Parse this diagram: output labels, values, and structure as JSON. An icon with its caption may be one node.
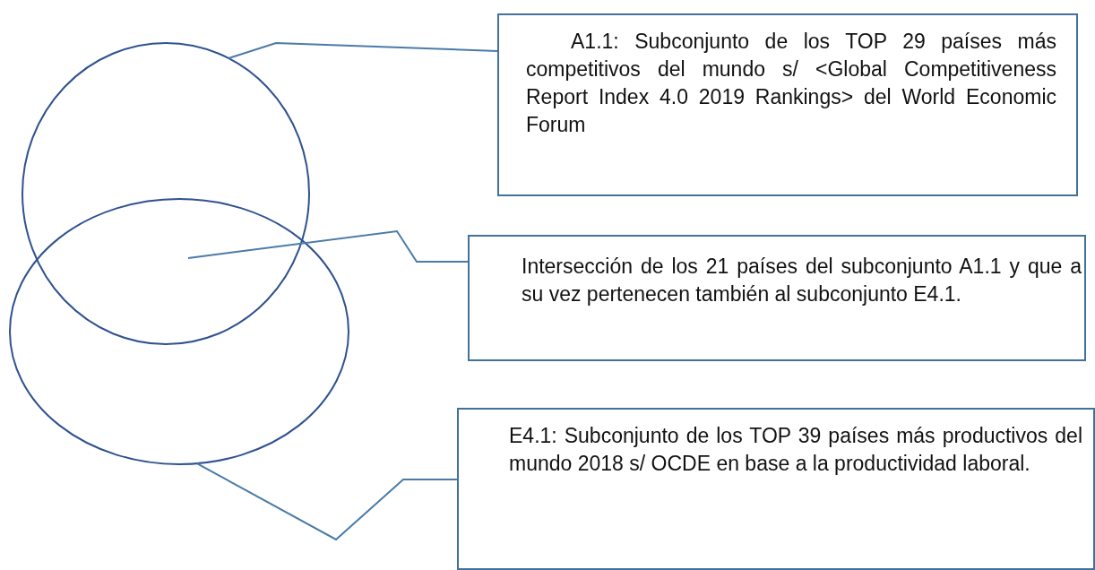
{
  "diagram": {
    "nodes": [
      {
        "text": [
          "A1.1: Subconjunto de los TOP 29 países más competitivos del mundo s/ <Global Competitiveness Report Index 4.0 2019 Rankings> del World Economic Forum"
        ]
      },
      {
        "text": [
          "Intersección de los 21 países del subconjunto A1.1 y que a su vez pertenecen también al subconjunto E4.1."
        ]
      },
      {
        "text": [
          "E4.1: Subconjunto de los TOP 39 países más productivos del mundo 2018 s/ OCDE en base a la productividad laboral."
        ]
      },
      {
        "text": [],
        "shape": "circle"
      },
      {
        "text": [],
        "shape": "circle"
      }
    ],
    "edges": [
      {
        "from": 0,
        "to": 3,
        "arrow": "none"
      },
      {
        "from": 1,
        "to": 3,
        "arrow": "none"
      },
      {
        "from": 2,
        "to": 4,
        "arrow": "none"
      }
    ]
  }
}
